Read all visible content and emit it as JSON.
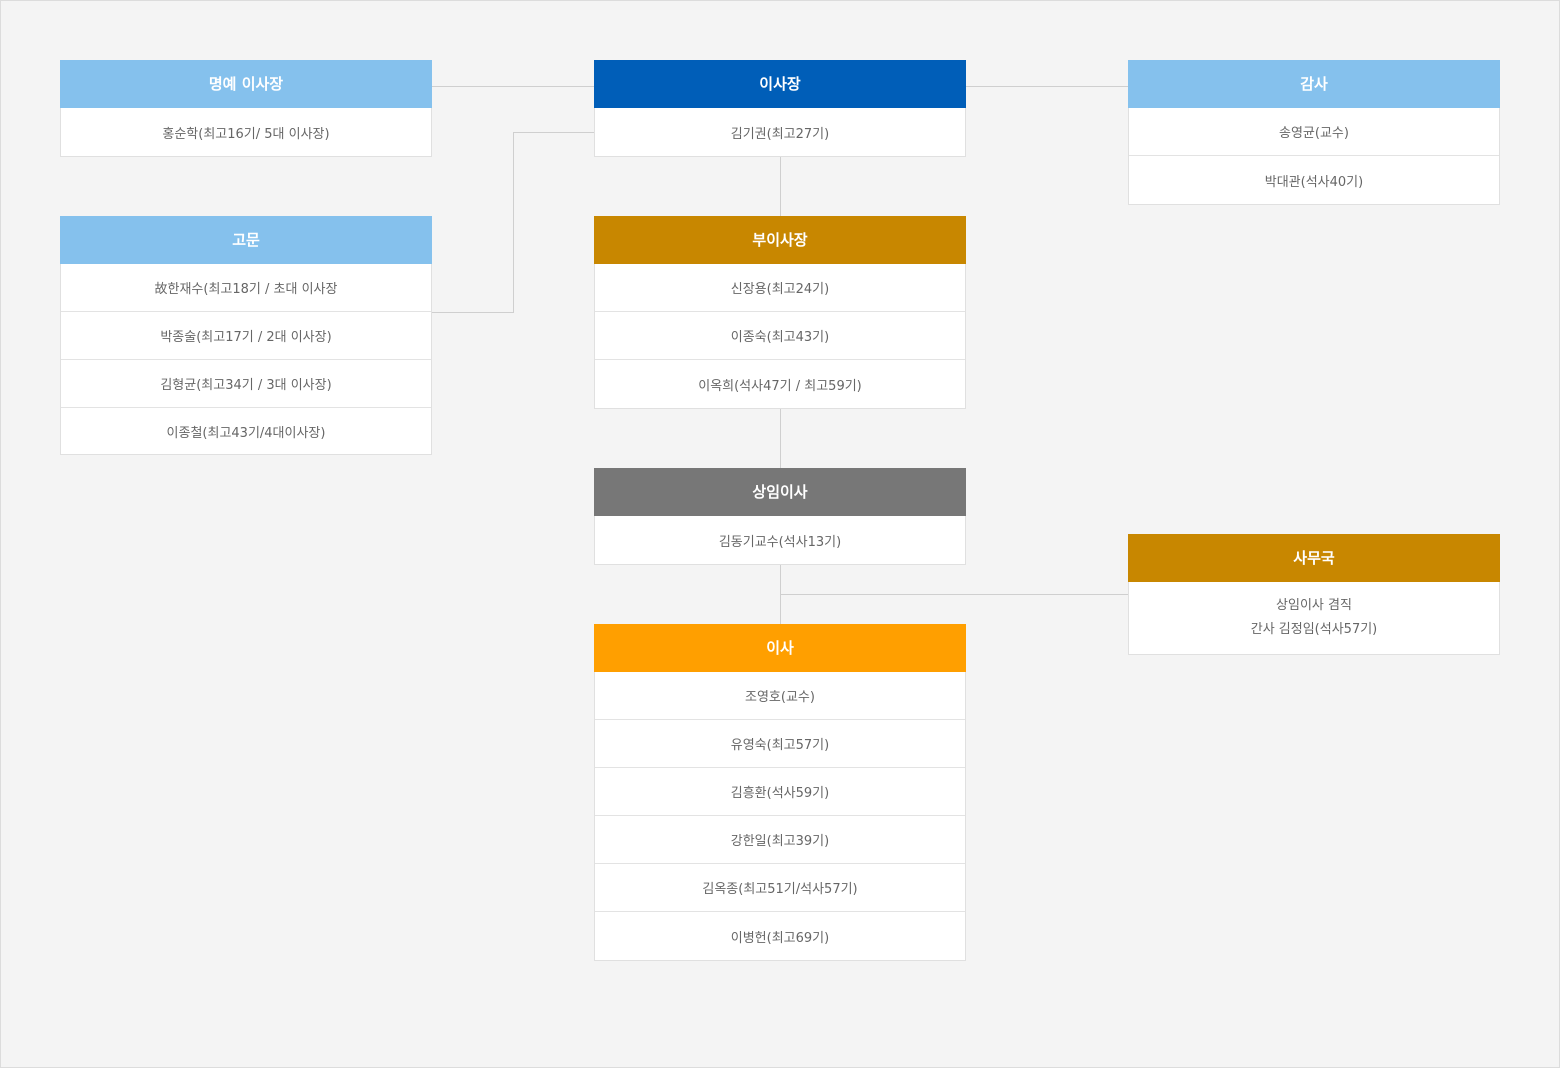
{
  "honorary": {
    "title": "명예 이사장",
    "members": [
      "홍순학(최고16기/ 5대 이사장)"
    ]
  },
  "chairman": {
    "title": "이사장",
    "members": [
      "김기권(최고27기)"
    ]
  },
  "auditor": {
    "title": "감사",
    "members": [
      "송영균(교수)",
      "박대관(석사40기)"
    ]
  },
  "advisor": {
    "title": "고문",
    "members": [
      "故한재수(최고18기 / 초대 이사장",
      "박종술(최고17기 / 2대 이사장)",
      "김형균(최고34기 / 3대 이사장)",
      "이종철(최고43기/4대이사장)"
    ]
  },
  "vice": {
    "title": "부이사장",
    "members": [
      "신장용(최고24기)",
      "이종숙(최고43기)",
      "이옥희(석사47기 / 최고59기)"
    ]
  },
  "standing": {
    "title": "상임이사",
    "members": [
      "김동기교수(석사13기)"
    ]
  },
  "secretariat": {
    "title": "사무국",
    "lines": [
      "상임이사 겸직",
      "간사 김정임(석사57기)"
    ]
  },
  "directors": {
    "title": "이사",
    "members": [
      "조영호(교수)",
      "유영숙(최고57기)",
      "김흥환(석사59기)",
      "강한일(최고39기)",
      "김옥종(최고51기/석사57기)",
      "이병헌(최고69기)"
    ]
  },
  "colors": {
    "light_blue": "#85c1ed",
    "dark_blue": "#005eb8",
    "gold": "#c88700",
    "gray": "#777777",
    "orange": "#ff9f00"
  }
}
